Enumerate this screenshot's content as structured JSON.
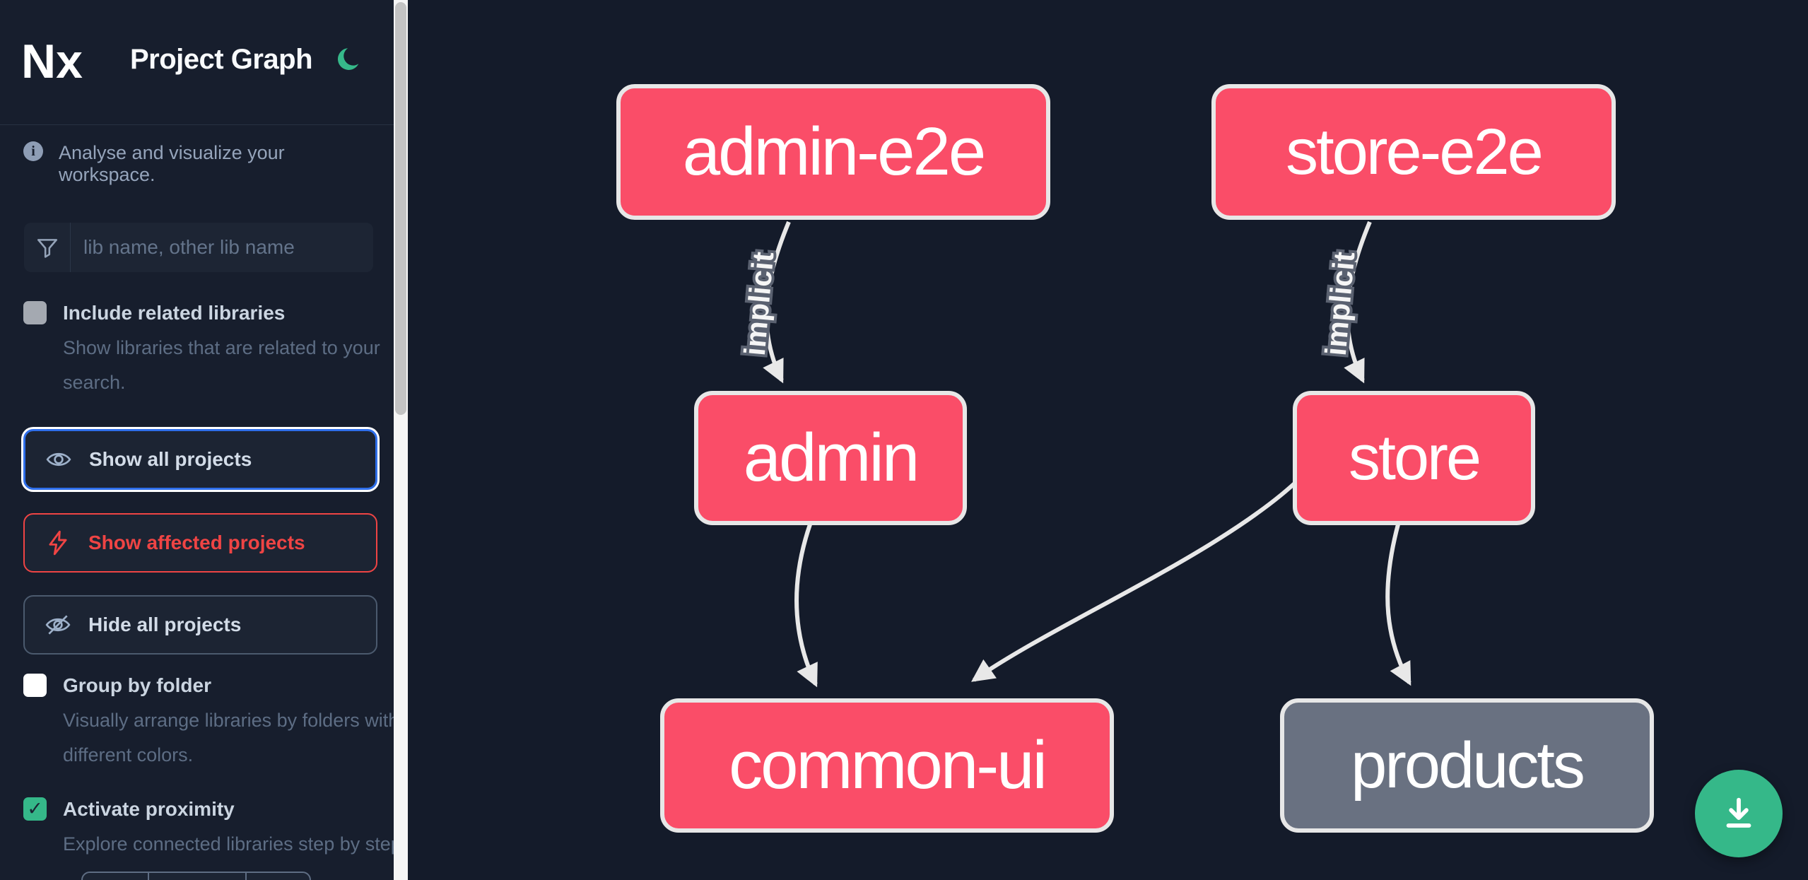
{
  "header": {
    "logo_text": "Nx",
    "title": "Project Graph"
  },
  "sidebar": {
    "tagline": "Analyse and visualize your workspace.",
    "search_placeholder": "lib name, other lib name",
    "include_related": {
      "label": "Include related libraries",
      "description": "Show libraries that are related to your search.",
      "checked": false
    },
    "actions": {
      "show_all": "Show all projects",
      "show_affected": "Show affected projects",
      "hide_all": "Hide all projects"
    },
    "group_by_folder": {
      "label": "Group by folder",
      "description": "Visually arrange libraries by folders with different colors.",
      "checked": false
    },
    "activate_proximity": {
      "label": "Activate proximity",
      "description": "Explore connected libraries step by step.",
      "checked": true,
      "checkmark": "✓"
    }
  },
  "graph": {
    "nodes": {
      "admin_e2e": "admin-e2e",
      "store_e2e": "store-e2e",
      "admin": "admin",
      "store": "store",
      "common_ui": "common-ui",
      "products": "products"
    },
    "edges": [
      {
        "from": "admin-e2e",
        "to": "admin",
        "label": "implicit"
      },
      {
        "from": "store-e2e",
        "to": "store",
        "label": "implicit"
      },
      {
        "from": "admin",
        "to": "common-ui",
        "label": ""
      },
      {
        "from": "store",
        "to": "common-ui",
        "label": ""
      },
      {
        "from": "store",
        "to": "products",
        "label": ""
      }
    ],
    "edge_labels": {
      "admin_e2e_admin": "implicit",
      "store_e2e_store": "implicit"
    }
  },
  "colors": {
    "affected_node": "#fa4d68",
    "normal_node": "#697181",
    "node_border": "#e7e7e7",
    "accent_green": "#35b889",
    "danger_red": "#ef4444",
    "focus_blue": "#2f6feb",
    "sidebar_bg": "#171e2d",
    "canvas_bg": "#141b2a"
  }
}
